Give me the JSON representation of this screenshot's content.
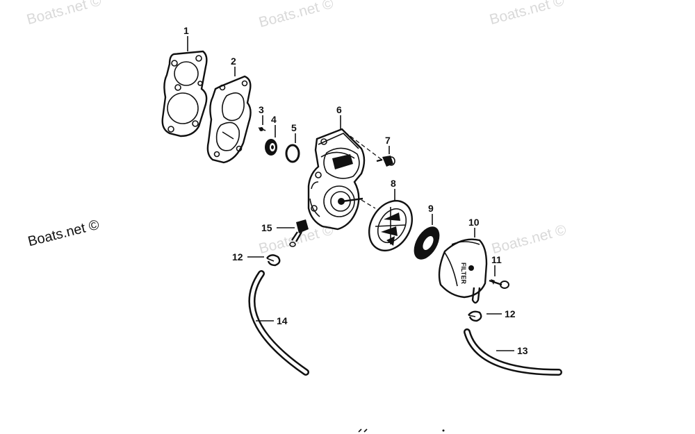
{
  "watermark": {
    "text": "Boats.net ©",
    "text_partial": "Boats.net ©"
  },
  "callouts": [
    {
      "id": "1",
      "label": "1"
    },
    {
      "id": "2",
      "label": "2"
    },
    {
      "id": "3",
      "label": "3"
    },
    {
      "id": "4",
      "label": "4"
    },
    {
      "id": "5",
      "label": "5"
    },
    {
      "id": "6",
      "label": "6"
    },
    {
      "id": "7",
      "label": "7"
    },
    {
      "id": "8",
      "label": "8"
    },
    {
      "id": "9",
      "label": "9"
    },
    {
      "id": "10",
      "label": "10"
    },
    {
      "id": "11",
      "label": "11"
    },
    {
      "id": "12a",
      "label": "12"
    },
    {
      "id": "12b",
      "label": "12"
    },
    {
      "id": "13",
      "label": "13"
    },
    {
      "id": "14",
      "label": "14"
    },
    {
      "id": "15",
      "label": "15"
    }
  ],
  "parts": {
    "filter_text": "FILTER"
  }
}
